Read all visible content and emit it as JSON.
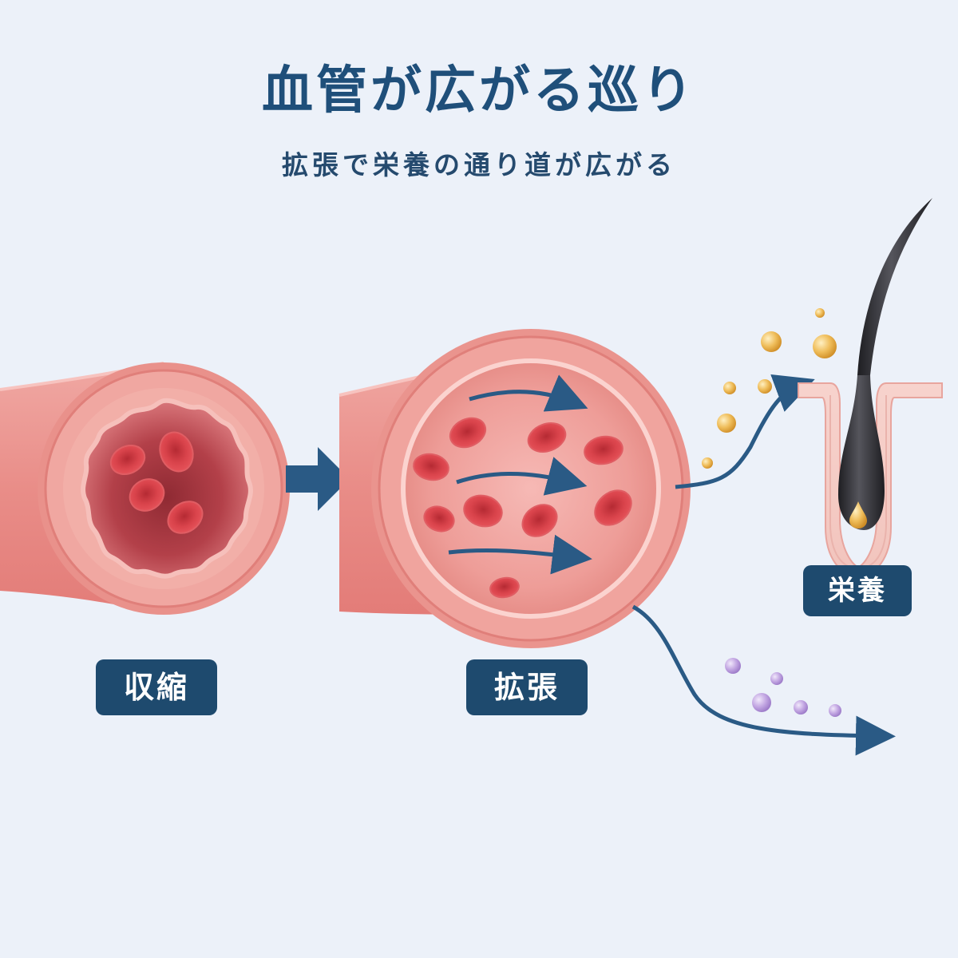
{
  "title": "血管が広がる巡り",
  "subtitle": "拡張で栄養の通り道が広がる",
  "labels": {
    "contracted": "収縮",
    "dilated": "拡張",
    "nutrient": "栄養"
  },
  "colors": {
    "background": "#ecf1f9",
    "title": "#1f4f7a",
    "label_bg": "#1e4a6e",
    "arrow": "#2a5a85",
    "vessel_outer": "#e88a8a",
    "vessel_inner": "#b83a42",
    "red_cell": "#d03c44",
    "nutrient_gold": "#e8b04c",
    "nutrient_purple": "#b79ad8",
    "hair": "#2e2e33"
  },
  "icons": [
    "arrow-right-icon",
    "red-blood-cell-icon",
    "nutrient-particle-icon",
    "hair-follicle-icon"
  ]
}
